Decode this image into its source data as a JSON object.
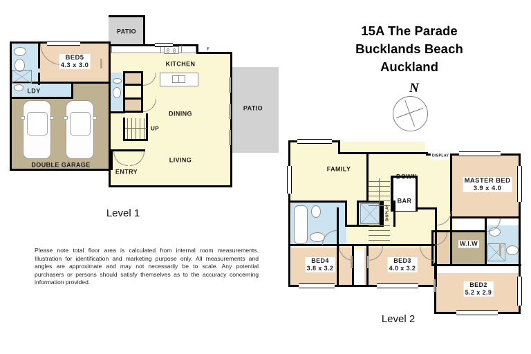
{
  "header": {
    "line1": "15A The Parade",
    "line2": "Bucklands Beach",
    "line3": "Auckland",
    "compass_label": "N"
  },
  "levels": [
    {
      "id": "level1",
      "label": "Level 1"
    },
    {
      "id": "level2",
      "label": "Level 2"
    }
  ],
  "level1": {
    "rooms": [
      {
        "name": "BED5",
        "dims": "4.3 x 3.0"
      },
      {
        "name": "LDY",
        "dims": ""
      },
      {
        "name": "DOUBLE GARAGE",
        "dims": ""
      },
      {
        "name": "KITCHEN",
        "dims": ""
      },
      {
        "name": "DINING",
        "dims": ""
      },
      {
        "name": "LIVING",
        "dims": ""
      },
      {
        "name": "ENTRY",
        "dims": ""
      },
      {
        "name": "PATIO",
        "dims": ""
      },
      {
        "name": "PATIO",
        "dims": ""
      }
    ],
    "markers": {
      "stairs_up": "UP",
      "fridge": "F"
    }
  },
  "level2": {
    "rooms": [
      {
        "name": "FAMILY",
        "dims": ""
      },
      {
        "name": "MASTER BED",
        "dims": "3.9 x 4.0"
      },
      {
        "name": "BED2",
        "dims": "5.2 x 2.9"
      },
      {
        "name": "BED3",
        "dims": "4.0 x 3.2"
      },
      {
        "name": "BED4",
        "dims": "3.8 x 3.2"
      },
      {
        "name": "W.I.W",
        "dims": ""
      },
      {
        "name": "BAR",
        "dims": ""
      }
    ],
    "markers": {
      "stairs_down": "DOWN",
      "display_top": "DISPLAY",
      "display_side": "DISPLAY"
    }
  },
  "disclaimer": "Please note total floor area is calculated from internal room measurements.    Illustration for identification and marketing purpose only.  All measurements and angles are approximate and may not necessarily be to scale.   Any potential purchasers or persons should satisfy themselves as to the accuracy concerning information provided.",
  "colors": {
    "living": "#fbf6d4",
    "bedroom": "#f0d7ba",
    "garage": "#bfb292",
    "wet_area": "#cce4f2",
    "patio": "#d2d2d2",
    "wall": "#000000"
  }
}
